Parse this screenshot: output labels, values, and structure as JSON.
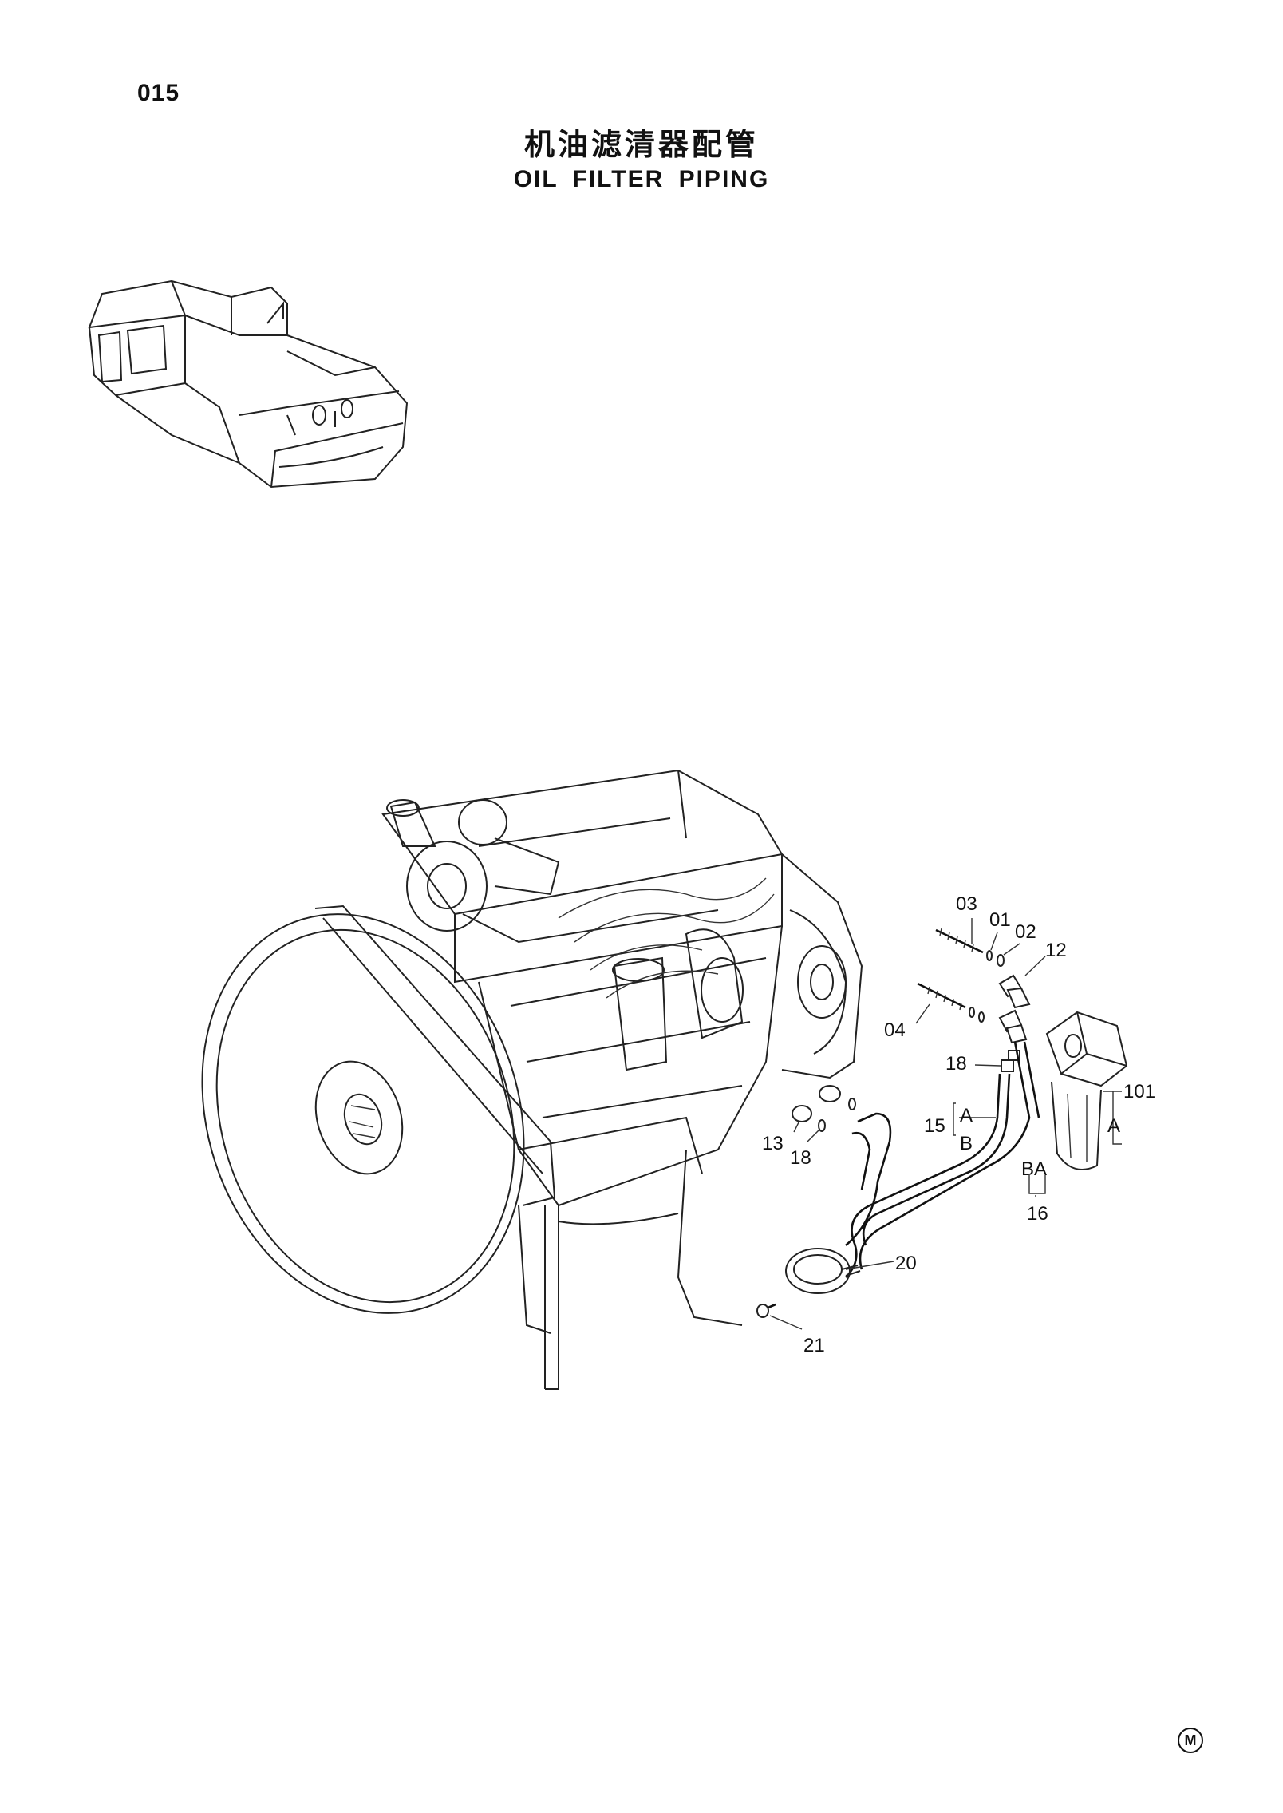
{
  "page_number": "015",
  "title_cn": "机油滤清器配管",
  "title_en": "OIL  FILTER  PIPING",
  "callouts": {
    "c03": "03",
    "c01": "01",
    "c02": "02",
    "c12": "12",
    "c04": "04",
    "c18a": "18",
    "c15": "15",
    "c15a": "A",
    "c15b": "B",
    "c101": "101",
    "c101a": "A",
    "c16ba": "BA",
    "c16": "16",
    "c13": "13",
    "c18b": "18",
    "c20": "20",
    "c21": "21"
  },
  "corner_mark": "M"
}
